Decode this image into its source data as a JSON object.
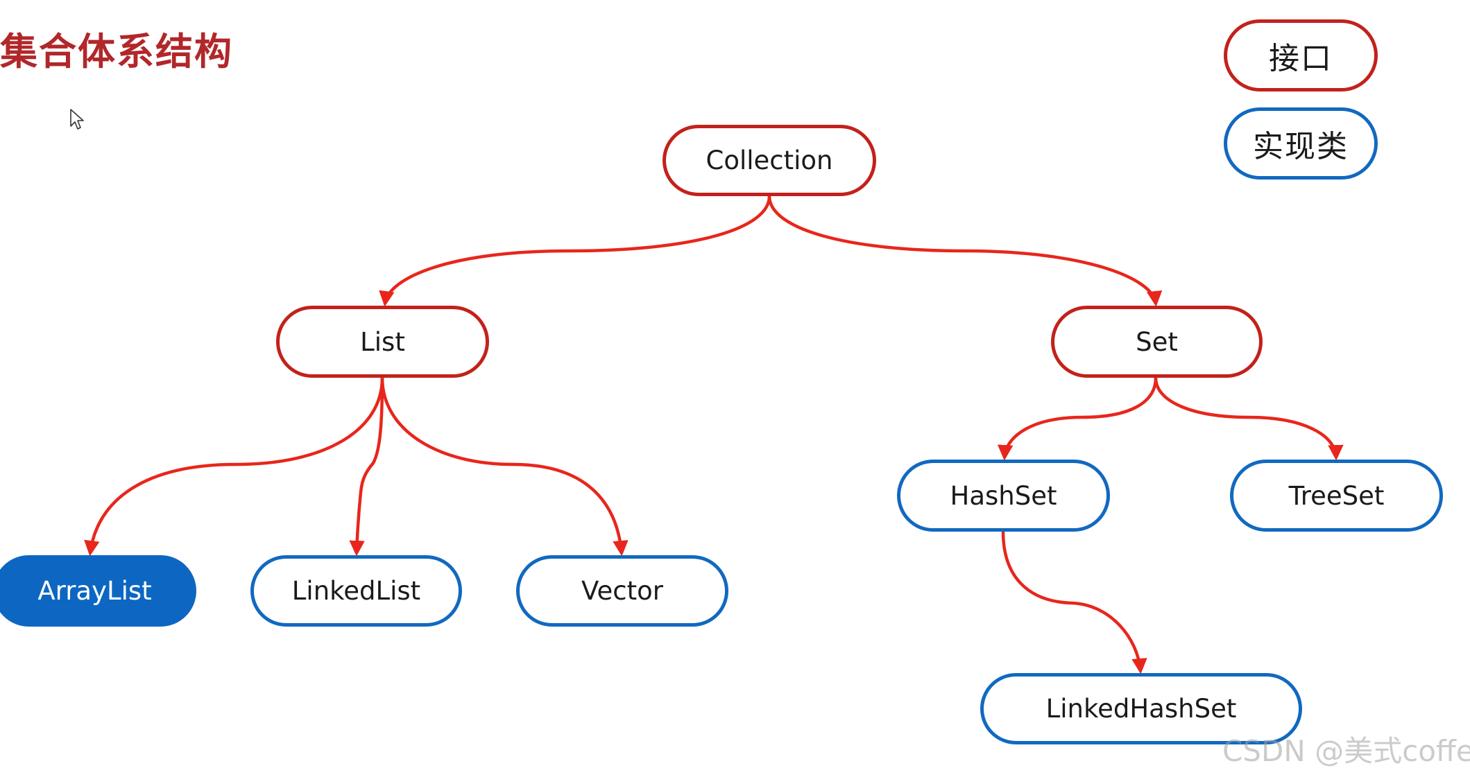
{
  "title": "集合体系结构",
  "legend": {
    "interface_label": "接口",
    "impl_label": "实现类"
  },
  "nodes": {
    "collection": "Collection",
    "list": "List",
    "set": "Set",
    "arraylist": "ArrayList",
    "linkedlist": "LinkedList",
    "vector": "Vector",
    "hashset": "HashSet",
    "treeset": "TreeSet",
    "linkedhashset": "LinkedHashSet"
  },
  "edges": [
    [
      "collection",
      "list"
    ],
    [
      "collection",
      "set"
    ],
    [
      "list",
      "arraylist"
    ],
    [
      "list",
      "linkedlist"
    ],
    [
      "list",
      "vector"
    ],
    [
      "set",
      "hashset"
    ],
    [
      "set",
      "treeset"
    ],
    [
      "hashset",
      "linkedhashset"
    ]
  ],
  "colors": {
    "interface_border": "#c2221b",
    "impl_border": "#1169c0",
    "edge": "#e8261c",
    "title": "#b1272a",
    "highlight_fill": "#0d67c2"
  },
  "watermark": "CSDN @美式coffee"
}
